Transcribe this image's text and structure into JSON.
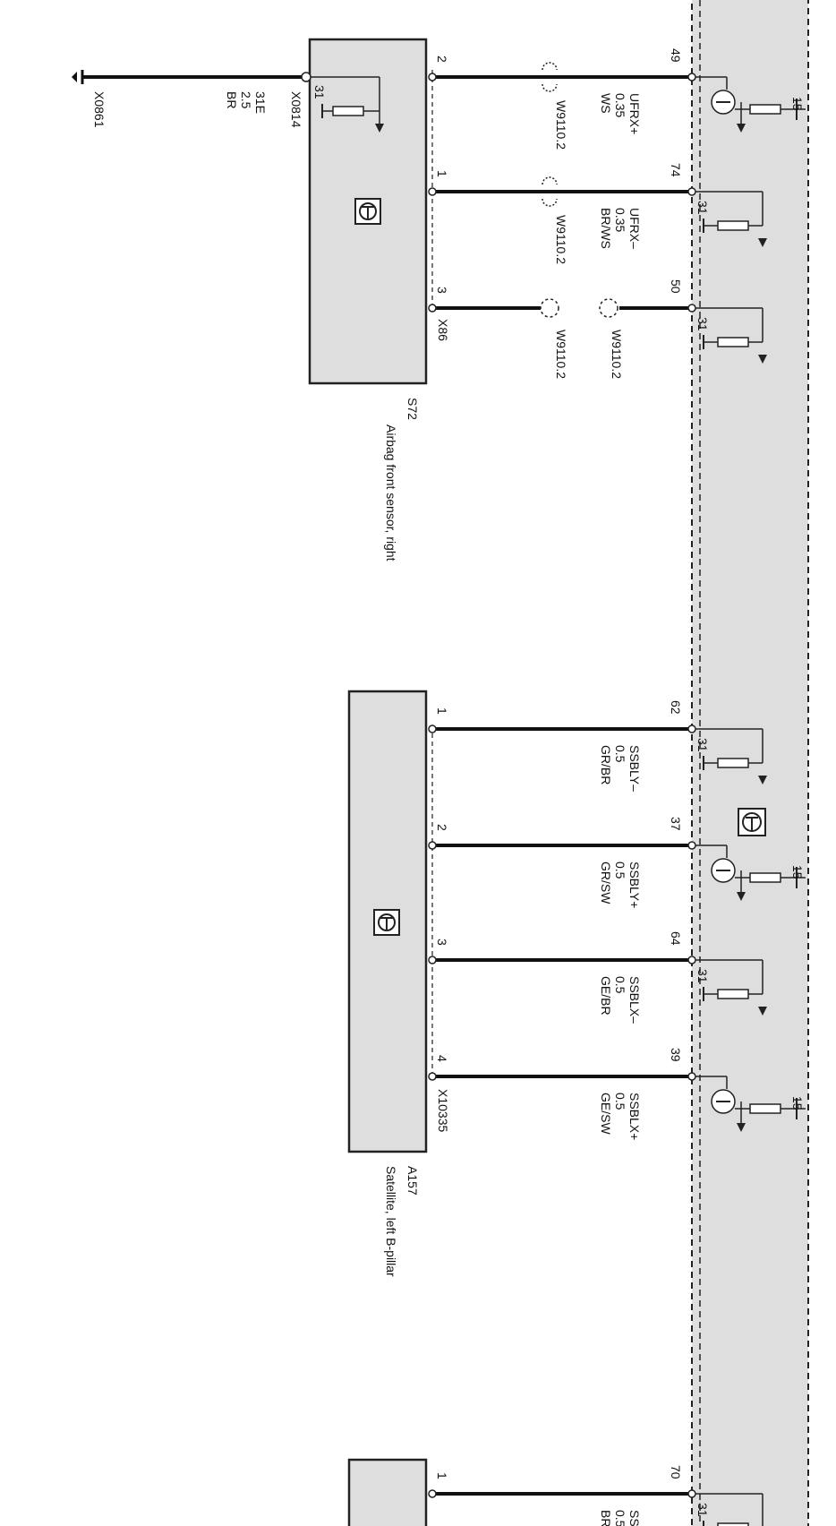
{
  "ground_terminal": "X0861",
  "ground_wire": {
    "circuit": "31E",
    "gauge": "2.5",
    "color": "BR"
  },
  "ground_connector": "X0814",
  "ground_symbol_label": "31",
  "supply_label": "15",
  "connectors": [
    {
      "id": "S72",
      "name": "Airbag front sensor, right",
      "plug": "X86",
      "wires": [
        {
          "pin": "2",
          "ecu_pin": "49",
          "signal": "UFRX+",
          "gauge": "0.35",
          "color": "WS",
          "splice": "W9110.2"
        },
        {
          "pin": "1",
          "ecu_pin": "74",
          "signal": "UFRX–",
          "gauge": "0.35",
          "color": "BR/WS",
          "splice": "W9110.2"
        },
        {
          "pin": "3",
          "ecu_pin": "50",
          "signal": "",
          "gauge": "",
          "color": "",
          "splice": "W9110.2",
          "splice_ecu": "W9110.2"
        }
      ]
    },
    {
      "id": "A157",
      "name": "Satellite, left B-pillar",
      "plug": "X10335",
      "wires": [
        {
          "pin": "1",
          "ecu_pin": "62",
          "signal": "SSBLY–",
          "gauge": "0.5",
          "color": "GR/BR"
        },
        {
          "pin": "2",
          "ecu_pin": "37",
          "signal": "SSBLY+",
          "gauge": "0.5",
          "color": "GR/SW"
        },
        {
          "pin": "3",
          "ecu_pin": "64",
          "signal": "SSBLX–",
          "gauge": "0.5",
          "color": "GE/BR"
        },
        {
          "pin": "4",
          "ecu_pin": "39",
          "signal": "SSBLX+",
          "gauge": "0.5",
          "color": "GE/SW"
        }
      ]
    },
    {
      "id": "",
      "name": "",
      "plug": "",
      "wires": [
        {
          "pin": "1",
          "ecu_pin": "70",
          "signal": "SS",
          "gauge": "0.5",
          "color": "BR"
        }
      ]
    }
  ]
}
